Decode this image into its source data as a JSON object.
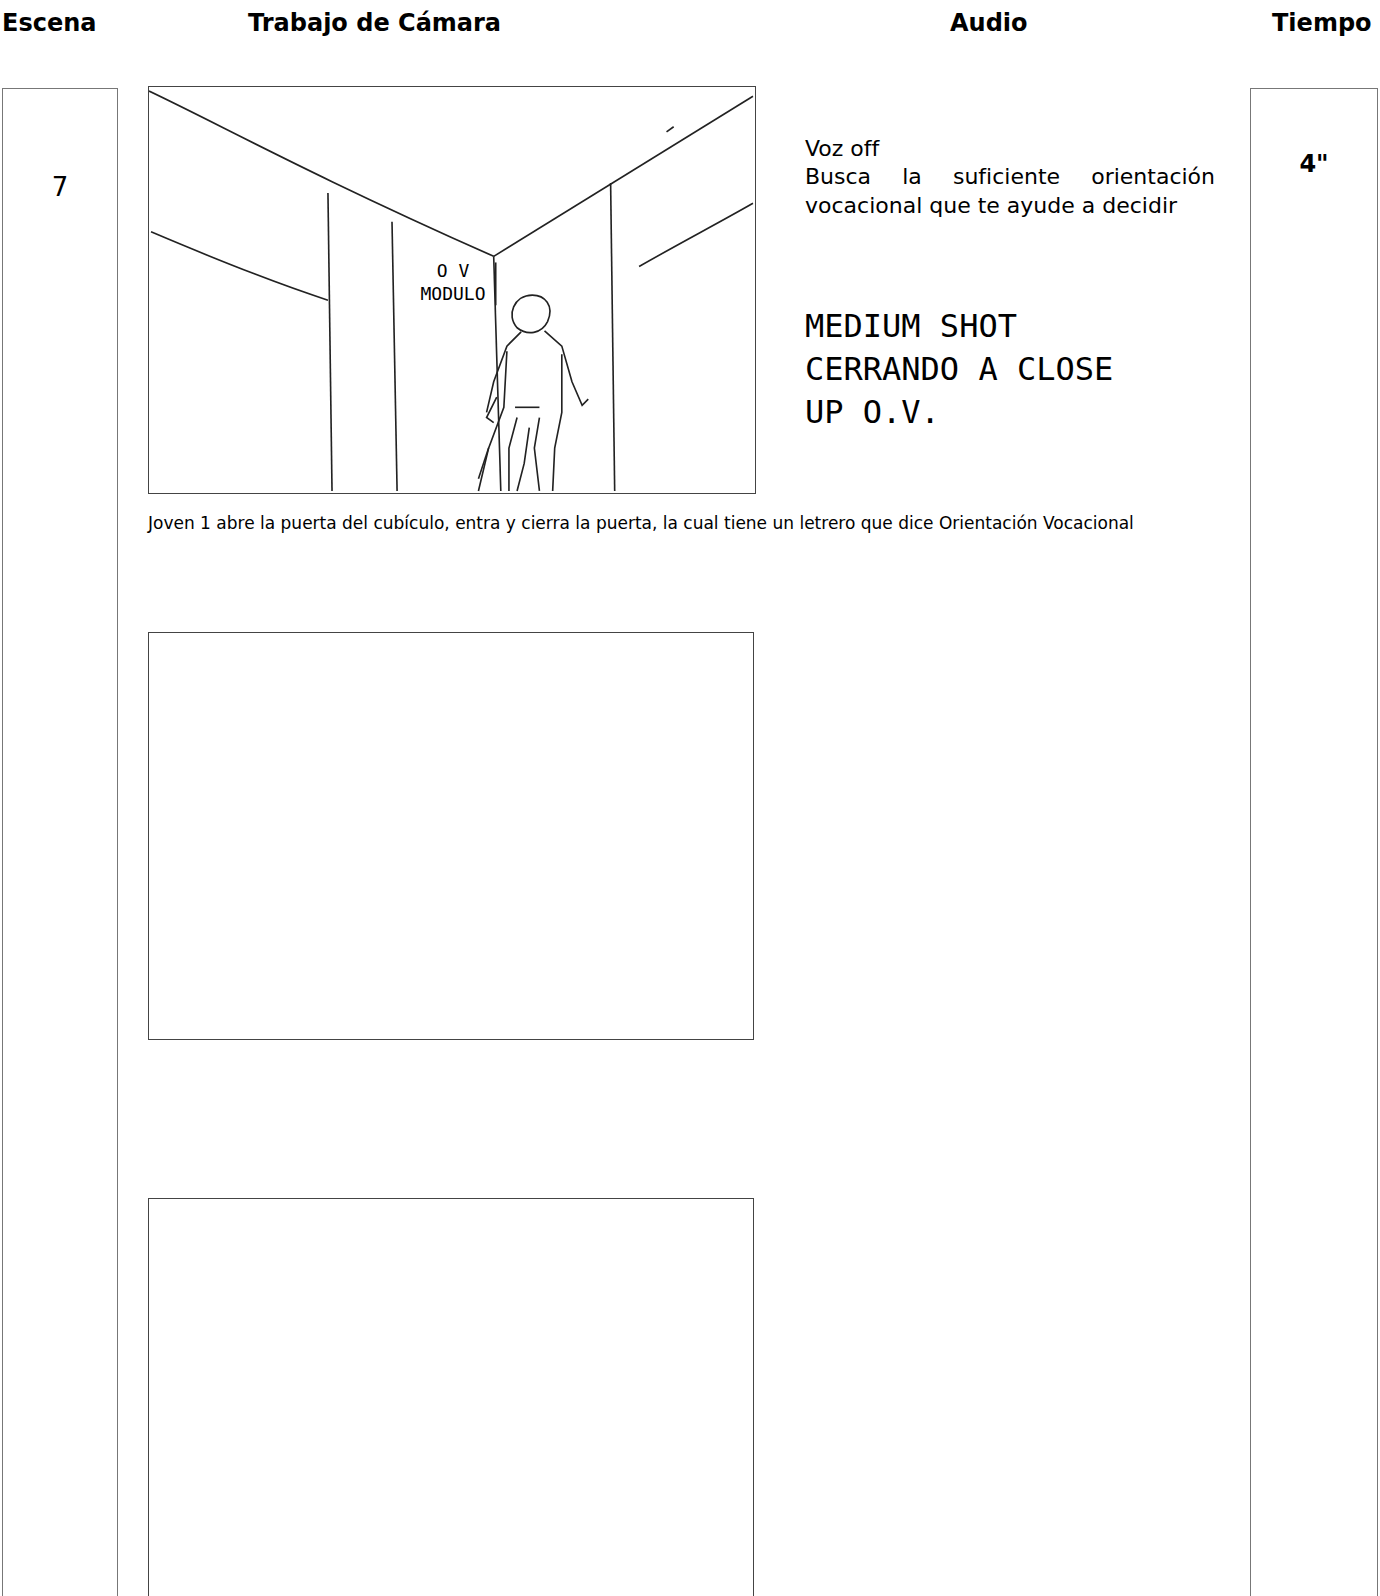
{
  "diagram": {
    "nodes": [
      {
        "text": [
          "7"
        ]
      },
      {
        "text": [
          "O V MODULO"
        ]
      },
      {
        "text": [
          "4\""
        ]
      }
    ],
    "labels": [
      "Escena",
      "Trabajo de Cámara",
      "Audio",
      "Tiempo",
      "Voz off",
      "Busca la suficiente orientación vocacional que te ayude a decidir",
      "MEDIUM SHOT CERRANDO A CLOSE UP O.V.",
      "Joven 1 abre la puerta del cubículo, entra y cierra la puerta, la cual tiene un letrero que dice Orientación Vocacional"
    ]
  }
}
